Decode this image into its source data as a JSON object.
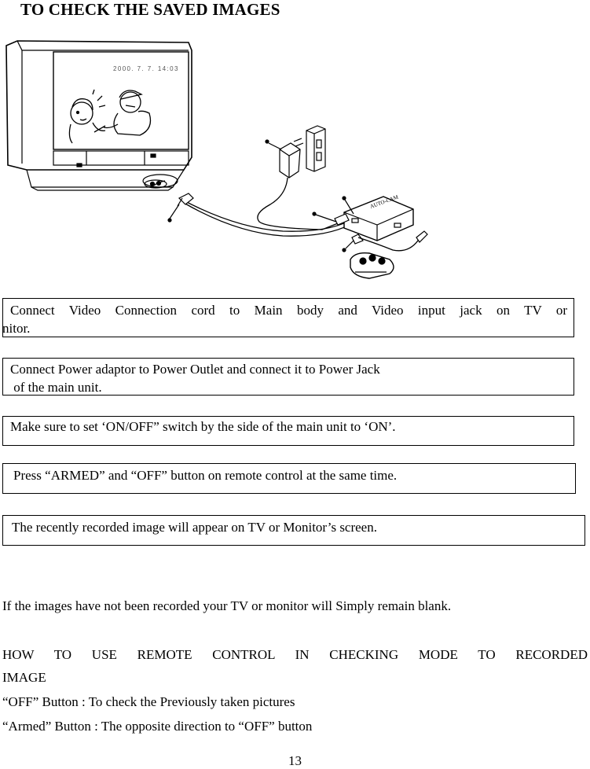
{
  "page": {
    "title": "TO CHECK THE SAVED IMAGES",
    "page_number": "13"
  },
  "illustration": {
    "tv_timestamp": "2000. 7. 7. 14:03",
    "unit_label": "AUTO-CAM"
  },
  "steps": [
    {
      "line1": "Connect  Video  Connection  cord  to  Main  body  and  Video  input  jack  on  TV  or",
      "line2": "nitor."
    },
    {
      "line1": "Connect Power adaptor to Power Outlet and connect it to Power Jack",
      "line2": " of the main unit."
    },
    {
      "line1": "Make sure to set ‘ON/OFF” switch by the side of the main unit to ‘ON’."
    },
    {
      "line1": "Press “ARMED” and “OFF” button on remote control at the same time."
    },
    {
      "line1": "The recently recorded image will appear on TV or Monitor’s screen."
    }
  ],
  "notes": {
    "blank_note": "If the images have not been recorded your TV or monitor will Simply remain blank.",
    "remote_heading_line1": "HOW  TO  USE  REMOTE  CONTROL  IN  CHECKING  MODE  TO  RECORDED",
    "remote_heading_line2": "IMAGE",
    "off_button": "“OFF” Button : To check the Previously taken pictures",
    "armed_button": "“Armed” Button : The opposite direction to “OFF” button"
  }
}
